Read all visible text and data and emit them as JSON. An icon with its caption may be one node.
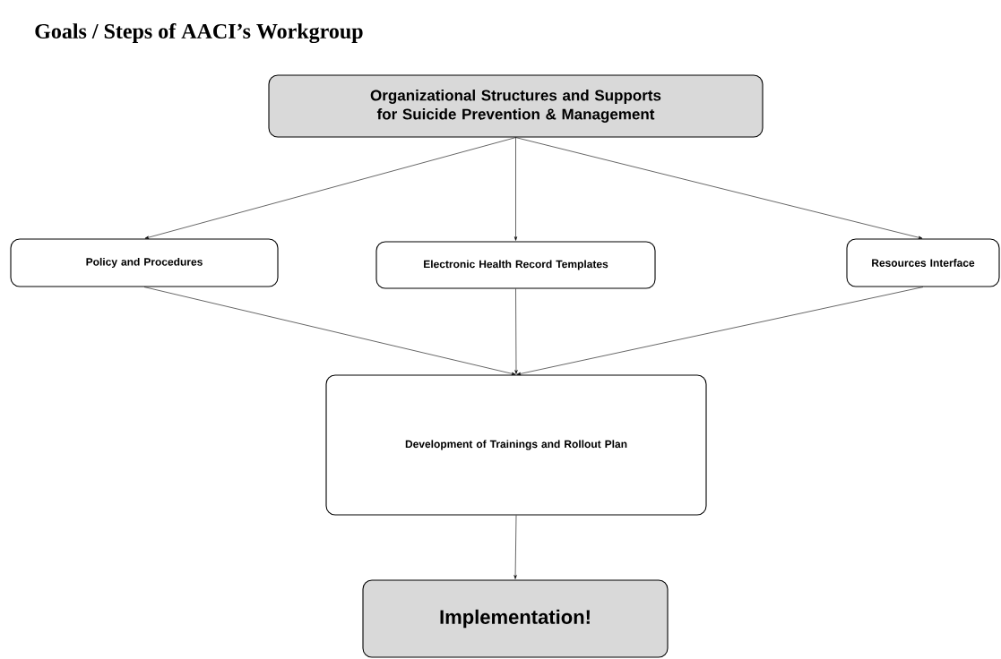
{
  "diagram": {
    "title": "Goals / Steps of AACI’s Workgroup",
    "nodes": [
      {
        "text": [
          "Organizational Structures and Supports for Suicide Prevention & Management"
        ]
      },
      {
        "text": [
          "Policy and Procedures"
        ]
      },
      {
        "text": [
          "Electronic Health Record Templates"
        ]
      },
      {
        "text": [
          "Resources Interface"
        ]
      },
      {
        "text": [
          "Development of Trainings and Rollout Plan"
        ]
      },
      {
        "text": [
          "Implementation!"
        ]
      }
    ],
    "edges": [
      {
        "from": 0,
        "to": 1,
        "arrow": "to"
      },
      {
        "from": 0,
        "to": 2,
        "arrow": "to"
      },
      {
        "from": 0,
        "to": 3,
        "arrow": "to"
      },
      {
        "from": 1,
        "to": 4,
        "arrow": "to"
      },
      {
        "from": 2,
        "to": 4,
        "arrow": "to"
      },
      {
        "from": 3,
        "to": 4,
        "arrow": "to"
      },
      {
        "from": 4,
        "to": 5,
        "arrow": "to"
      }
    ]
  }
}
